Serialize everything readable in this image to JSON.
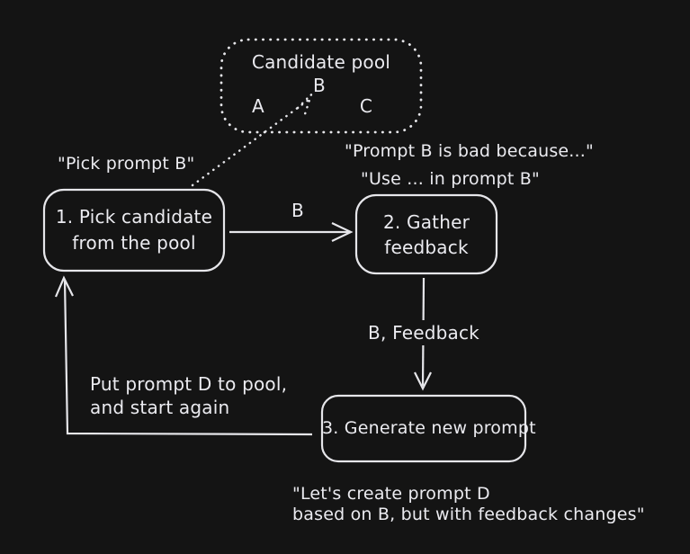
{
  "diagram": {
    "pool": {
      "title": "Candidate pool",
      "item_a": "A",
      "item_b": "B",
      "item_c": "C"
    },
    "nodes": {
      "step1": {
        "line1": "1. Pick candidate",
        "line2": "from the pool"
      },
      "step2": {
        "line1": "2. Gather",
        "line2": "feedback"
      },
      "step3": {
        "line1": "3. Generate new prompt"
      }
    },
    "edge_labels": {
      "pick_to_gather": "B",
      "gather_to_generate": "B, Feedback",
      "loop_line1": "Put prompt D to pool,",
      "loop_line2": "and start again"
    },
    "quotes": {
      "pick_prompt": "\"Pick prompt B\"",
      "prompt_bad": "\"Prompt B is bad because...\"",
      "use_prompt": "\"Use ... in prompt B\"",
      "create_line1": "\"Let's create prompt D",
      "create_line2": "based on B, but with feedback changes\""
    },
    "colors": {
      "background": "#141414",
      "stroke": "#e6e6ea",
      "text": "#ebebf0"
    }
  }
}
